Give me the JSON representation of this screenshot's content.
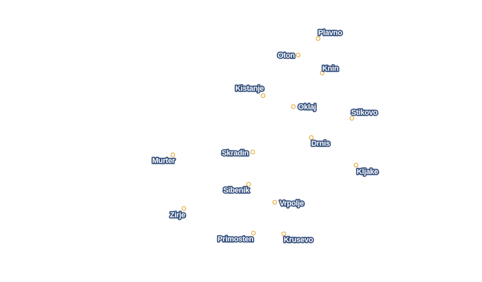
{
  "map": {
    "marker_color": "#e3a93a",
    "label_fill": "#ffffff",
    "label_halo": "#2f4b7a",
    "places": [
      {
        "name": "Plavno"
      },
      {
        "name": "Oton"
      },
      {
        "name": "Knin"
      },
      {
        "name": "Kistanje"
      },
      {
        "name": "Oklaj"
      },
      {
        "name": "Stikovo"
      },
      {
        "name": "Drnis"
      },
      {
        "name": "Skradin"
      },
      {
        "name": "Murter"
      },
      {
        "name": "Kljake"
      },
      {
        "name": "Sibenik"
      },
      {
        "name": "Vrpolje"
      },
      {
        "name": "Zirje"
      },
      {
        "name": "Primosten"
      },
      {
        "name": "Krusevo"
      }
    ]
  }
}
